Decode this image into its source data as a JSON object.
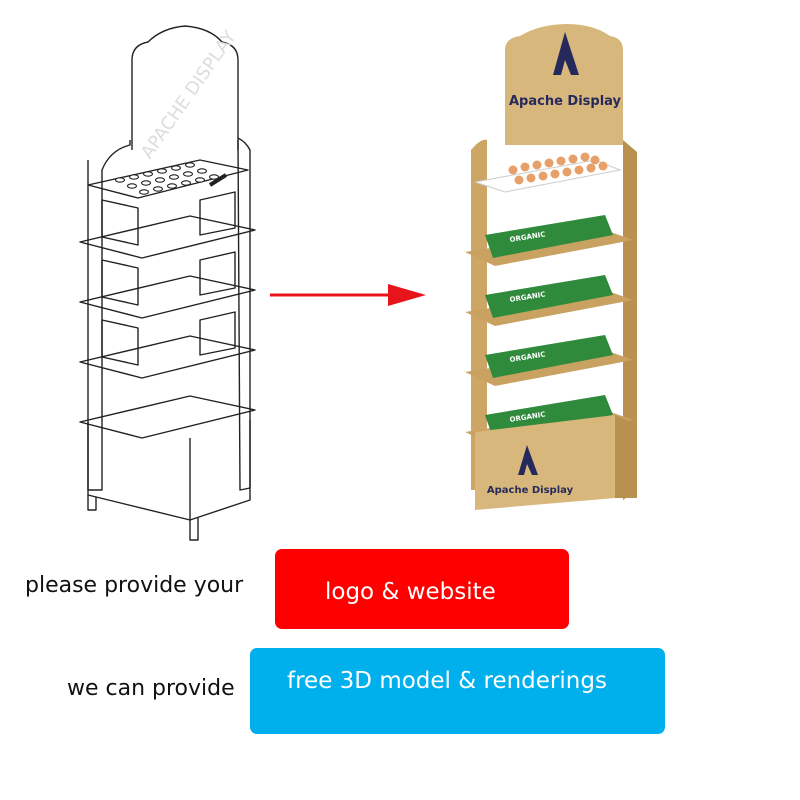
{
  "figure": {
    "brand_top": "Apache Display",
    "brand_bottom": "Apache Display",
    "carton_label": "ORGANIC",
    "watermark": "APACHE DISPLAY"
  },
  "labels": {
    "provide_prompt": "please provide your",
    "offer_prompt": "we can provide"
  },
  "buttons": {
    "logo_website": "logo & website",
    "free_model": "free 3D model & renderings"
  },
  "colors": {
    "red": "#ff0000",
    "blue": "#00b0ec",
    "wood": "#d8b77c",
    "arrow": "#e8141c",
    "navy": "#26295c"
  }
}
